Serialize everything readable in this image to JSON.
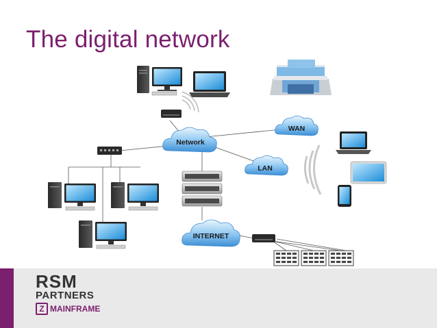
{
  "slide": {
    "title": "The digital network"
  },
  "diagram": {
    "clouds": {
      "network": "Network",
      "wan": "WAN",
      "lan": "LAN",
      "internet": "INTERNET"
    }
  },
  "logo": {
    "line1": "RSM",
    "line2": "PARTNERS",
    "badge": "Z",
    "line3": "MAINFRAME"
  },
  "colors": {
    "accent": "#7b1f6e",
    "cloud": "#3d95d8",
    "footer": "#e9e9e9"
  }
}
